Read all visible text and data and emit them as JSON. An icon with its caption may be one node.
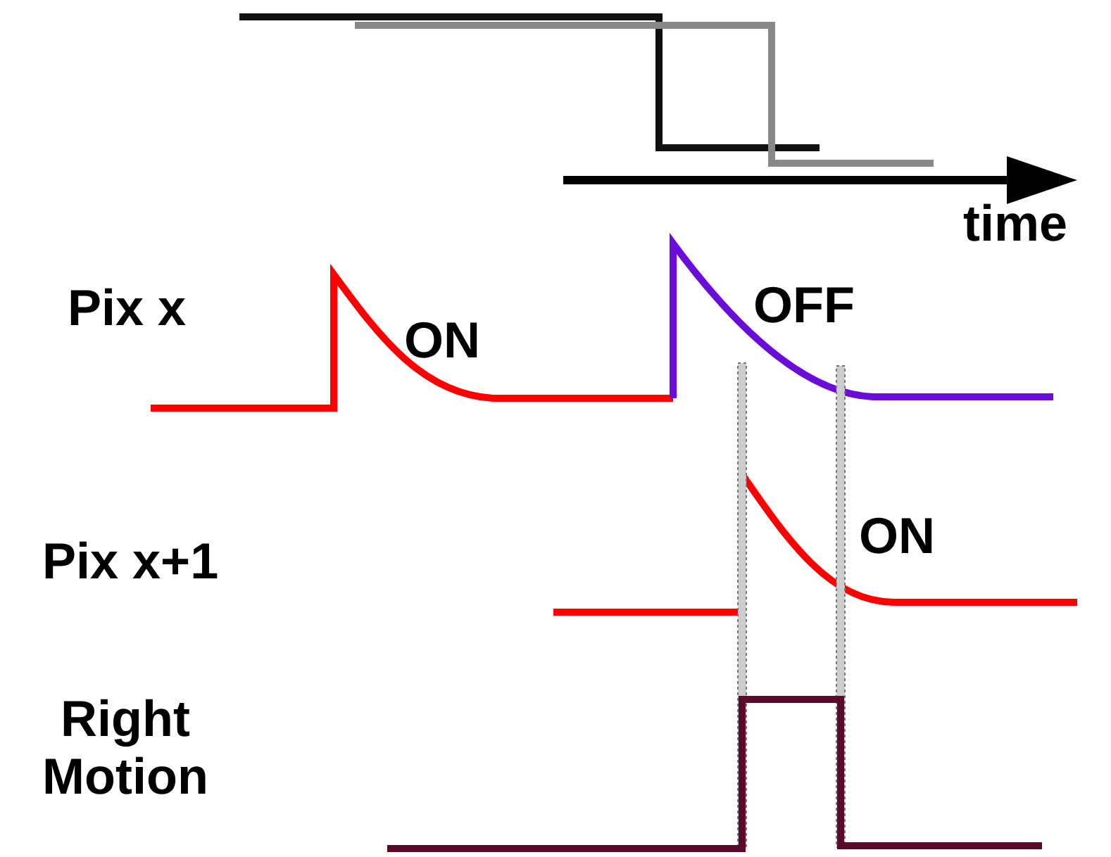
{
  "diagram": {
    "labels": [
      "time",
      "Pix x",
      "ON",
      "OFF",
      "Pix x+1",
      "ON",
      "Right Motion"
    ]
  }
}
